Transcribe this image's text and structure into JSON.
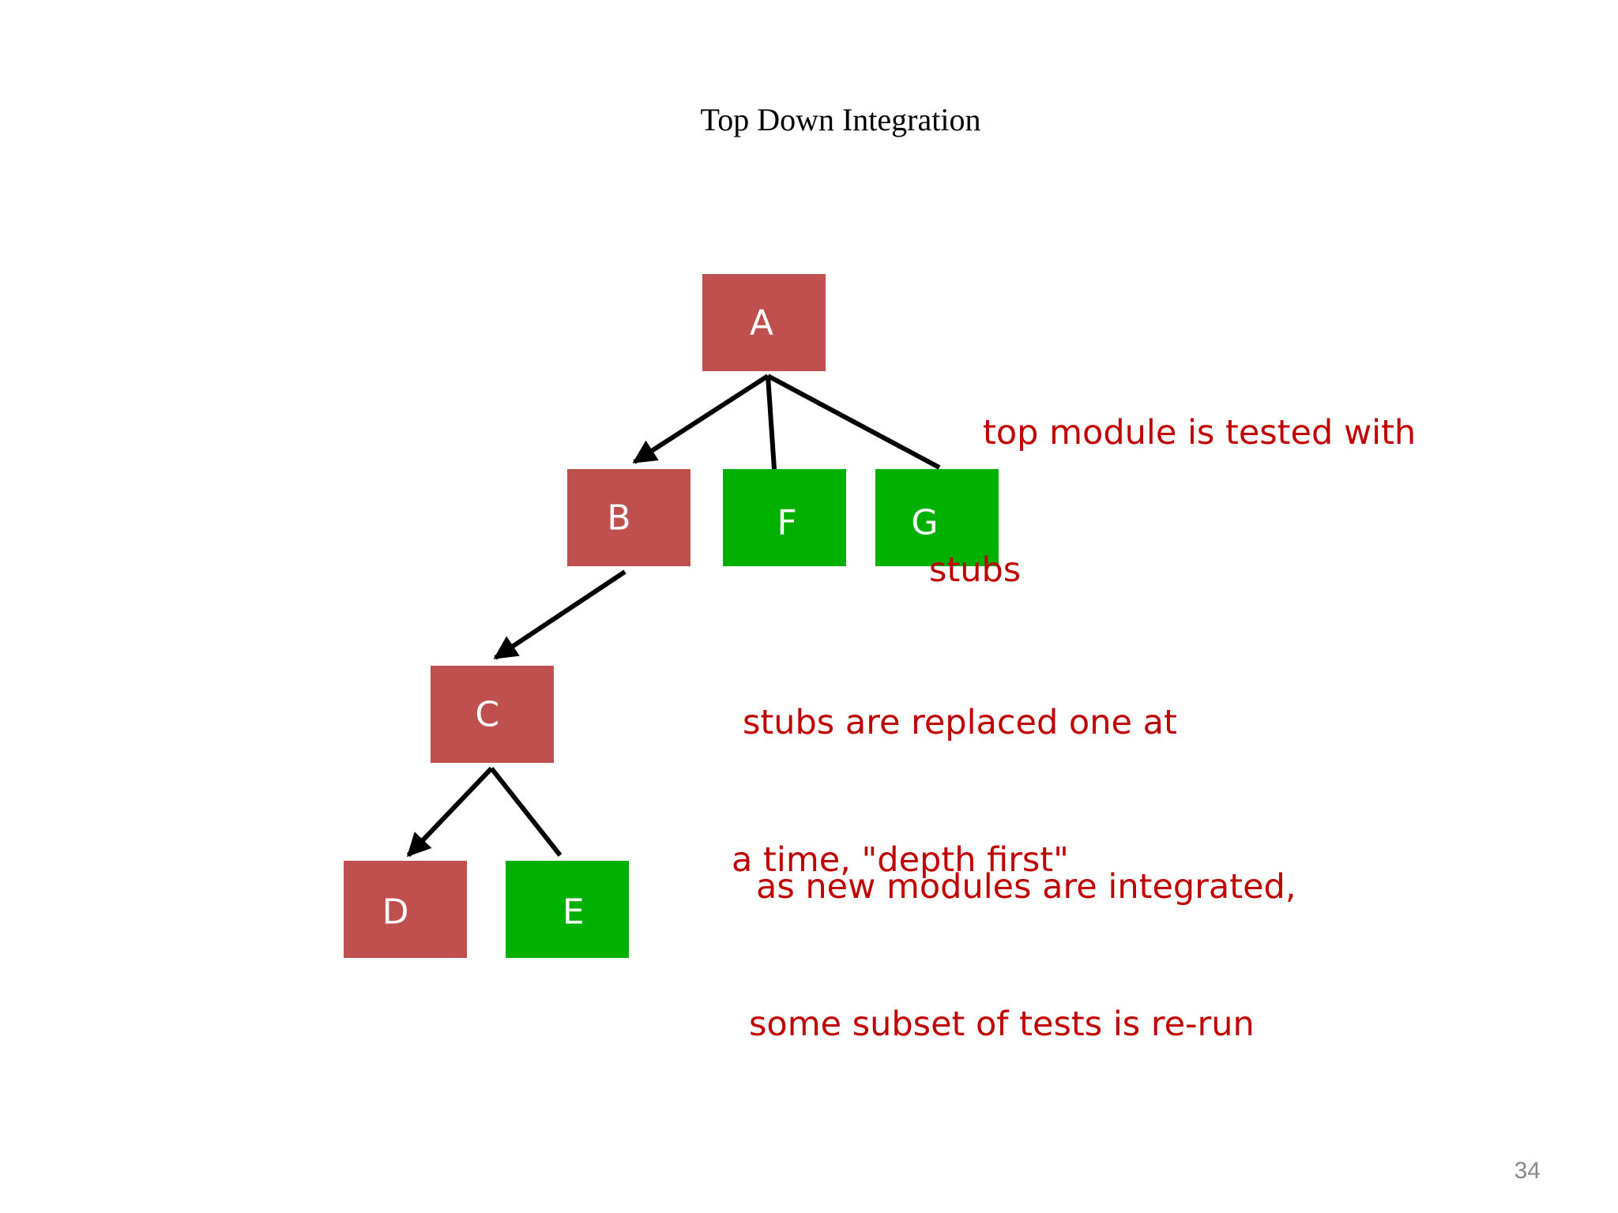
{
  "slide": {
    "title": "Top Down Integration",
    "page_number": "34"
  },
  "colors": {
    "tested_module": "#c0504d",
    "stub_module": "#00b000",
    "note_text": "#c00000",
    "edge": "#000000",
    "page_number": "#888888"
  },
  "modules": [
    {
      "id": "A",
      "label": "A",
      "role": "tested"
    },
    {
      "id": "B",
      "label": "B",
      "role": "tested"
    },
    {
      "id": "F",
      "label": "F",
      "role": "stub"
    },
    {
      "id": "G",
      "label": "G",
      "role": "stub"
    },
    {
      "id": "C",
      "label": "C",
      "role": "tested"
    },
    {
      "id": "D",
      "label": "D",
      "role": "tested"
    },
    {
      "id": "E",
      "label": "E",
      "role": "stub"
    }
  ],
  "edges": [
    {
      "from": "A",
      "to": "B",
      "arrow": true
    },
    {
      "from": "A",
      "to": "F",
      "arrow": false
    },
    {
      "from": "A",
      "to": "G",
      "arrow": false
    },
    {
      "from": "B",
      "to": "C",
      "arrow": true
    },
    {
      "from": "C",
      "to": "D",
      "arrow": true
    },
    {
      "from": "C",
      "to": "E",
      "arrow": false
    }
  ],
  "notes": {
    "top_module": {
      "line1": "top module is tested with",
      "line2": "stubs"
    },
    "stubs_replaced": {
      "line1": "stubs are replaced one at",
      "line2": "a time, \"depth first\""
    },
    "new_modules": {
      "line1": "as new modules are integrated,",
      "line2": "some subset of tests is re-run"
    }
  }
}
